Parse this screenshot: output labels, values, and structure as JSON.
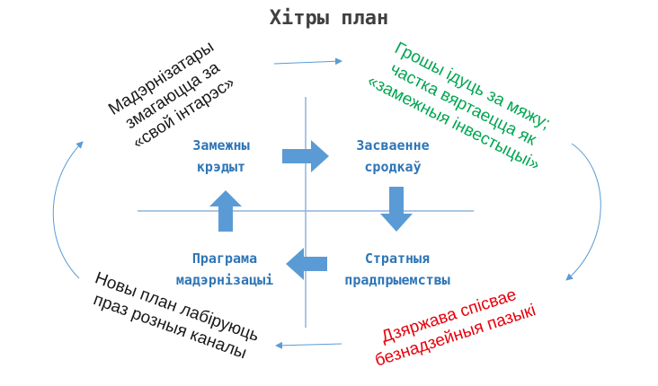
{
  "title": "Хітры план",
  "colors": {
    "box_text": "#2E75B6",
    "block_arrow": "#5B9BD5",
    "axis": "#8EB4DD",
    "note_black": "#1a1a1a",
    "note_green": "#00A651",
    "note_red": "#E8000B"
  },
  "nodes": {
    "top_left": {
      "line1": "Замежны",
      "line2": "крэдыт"
    },
    "top_right": {
      "line1": "Засваенне",
      "line2": "сродкаў"
    },
    "bottom_right": {
      "line1": "Стратныя",
      "line2": "прадпрыемствы"
    },
    "bottom_left": {
      "line1": "Праграма",
      "line2": "мадэрнізацыі"
    }
  },
  "notes": {
    "top_left": {
      "line1": "Мадэрнізатары",
      "line2": "змагаюцца за",
      "line3": "«свой інтарэс»"
    },
    "top_right": {
      "line1": "Грошы ідуць за мяжу;",
      "line2": "частка вяртаецца як",
      "line3": "«замежныя інвестыцыі»"
    },
    "bottom_right": {
      "line1": "Дзяржава спісвае",
      "line2": "безнадзейныя пазыкі"
    },
    "bottom_left": {
      "line1": "Новы план лабіруюць",
      "line2": "праз розныя каналы"
    }
  }
}
